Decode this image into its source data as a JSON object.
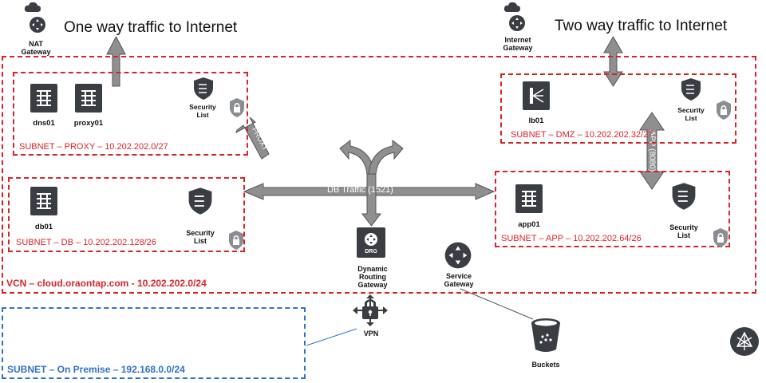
{
  "headings": {
    "one_way": "One way traffic to Internet",
    "two_way": "Two way traffic to Internet"
  },
  "gateways": {
    "nat": "NAT Gateway",
    "internet": "Internet Gateway",
    "drg": "Dynamic Routing Gateway",
    "drg_badge": "DRG",
    "service": "Service Gateway",
    "vpn": "VPN",
    "buckets": "Buckets"
  },
  "vcn": {
    "label": "VCN – cloud.oraontap.com - 10.202.202.0/24"
  },
  "subnets": {
    "proxy": {
      "label": "SUBNET – PROXY – 10.202.202.0/27",
      "hosts": [
        "dns01",
        "proxy01"
      ],
      "security": "Security List"
    },
    "db": {
      "label": "SUBNET – DB – 10.202.202.128/26",
      "hosts": [
        "db01"
      ],
      "security": "Security List"
    },
    "dmz": {
      "label": "SUBNET – DMZ – 10.202.202.32/27",
      "hosts": [
        "lb01"
      ],
      "security": "Security List"
    },
    "app": {
      "label": "SUBNET – APP – 10.202.202.64/26",
      "hosts": [
        "app01"
      ],
      "security": "Security List"
    },
    "onprem": {
      "label": "SUBNET – On Premise – 192.168.0.0/24"
    }
  },
  "arrows": {
    "db_traffic": "DB Traffic (1521)",
    "app": "APP (8080)",
    "proxy": "PROXY"
  },
  "colors": {
    "vcn_border": "#d9232a",
    "onprem_border": "#2f72c6",
    "arrow_fill": "#8f8f8f",
    "icon_dark": "#3a3d42"
  },
  "icons": [
    "cloud-icon",
    "gateway-icon",
    "server-icon",
    "shield-icon",
    "lock-icon",
    "load-balancer-icon",
    "bucket-icon",
    "vpn-lock-icon",
    "oracle-logo-icon"
  ]
}
